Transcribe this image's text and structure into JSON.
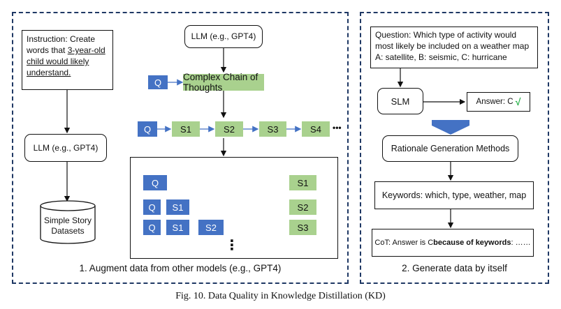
{
  "left_panel": {
    "caption": "1. Augment data from other models (e.g., GPT4)",
    "instruction": {
      "prefix": "Instruction: Create words that ",
      "underlined": "3-year-old child would likely understand.",
      "lines": [
        "Instruction: Create",
        "words that",
        "3-year-old",
        "child would likely",
        "understand."
      ]
    },
    "llm_left": "LLM (e.g., GPT4)",
    "llm_top": "LLM (e.g., GPT4)",
    "dataset": "Simple Story Datasets",
    "complex_cot": "Complex Chain of Thoughts",
    "q_label": "Q",
    "chain": [
      "Q",
      "S1",
      "S2",
      "S3",
      "S4"
    ],
    "chain_more": "•••",
    "rows": [
      {
        "inputs": [
          "Q"
        ],
        "output": "S1"
      },
      {
        "inputs": [
          "Q",
          "S1"
        ],
        "output": "S2"
      },
      {
        "inputs": [
          "Q",
          "S1",
          "S2"
        ],
        "output": "S3"
      }
    ],
    "vertical_dots": "⋮"
  },
  "right_panel": {
    "caption": "2. Generate data by itself",
    "question": "Question: Which type of activity would most likely be included on a weather map A: satellite, B: seismic, C: hurricane",
    "slm": "SLM",
    "answer": "Answer: C",
    "check": "√",
    "rationale": "Rationale Generation Methods",
    "keywords": "Keywords: which, type, weather, map",
    "cot_prefix": "CoT: Answer is C ",
    "cot_bold": "because of keywords",
    "cot_suffix": ": ……"
  },
  "figure_caption": "Fig. 10.  Data Quality in Knowledge Distillation (KD)",
  "colors": {
    "q_blue": "#4472c4",
    "s_green": "#a9d18e",
    "panel_border": "#1f3864",
    "check_green": "#2bb24c",
    "arrow_blue": "#4472c4"
  }
}
